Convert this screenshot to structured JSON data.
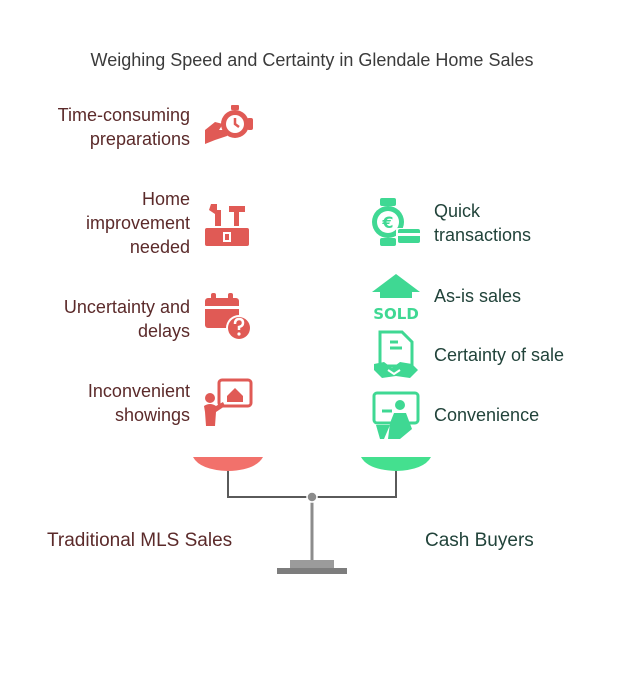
{
  "title": "Weighing Speed and Certainty in Glendale Home Sales",
  "left": {
    "heading": "Traditional MLS Sales",
    "items": [
      {
        "label": "Time-consuming\npreparations",
        "icon": "stopwatch-hand-icon"
      },
      {
        "label": "Home\nimprovement\nneeded",
        "icon": "toolbox-icon"
      },
      {
        "label": "Uncertainty and\ndelays",
        "icon": "calendar-question-icon"
      },
      {
        "label": "Inconvenient\nshowings",
        "icon": "house-presentation-icon"
      }
    ]
  },
  "right": {
    "heading": "Cash Buyers",
    "items": [
      {
        "label": "Quick\ntransactions",
        "icon": "euro-watch-card-icon"
      },
      {
        "label": "As-is sales",
        "icon": "sold-house-icon"
      },
      {
        "label": "Certainty of sale",
        "icon": "contract-handshake-icon"
      },
      {
        "label": "Convenience",
        "icon": "person-desk-icon"
      }
    ]
  },
  "colors": {
    "left": "#e05a55",
    "right": "#3fd893",
    "pan_left": "#f2716b",
    "pan_right": "#44e08f",
    "beam": "#5a5a5a"
  }
}
